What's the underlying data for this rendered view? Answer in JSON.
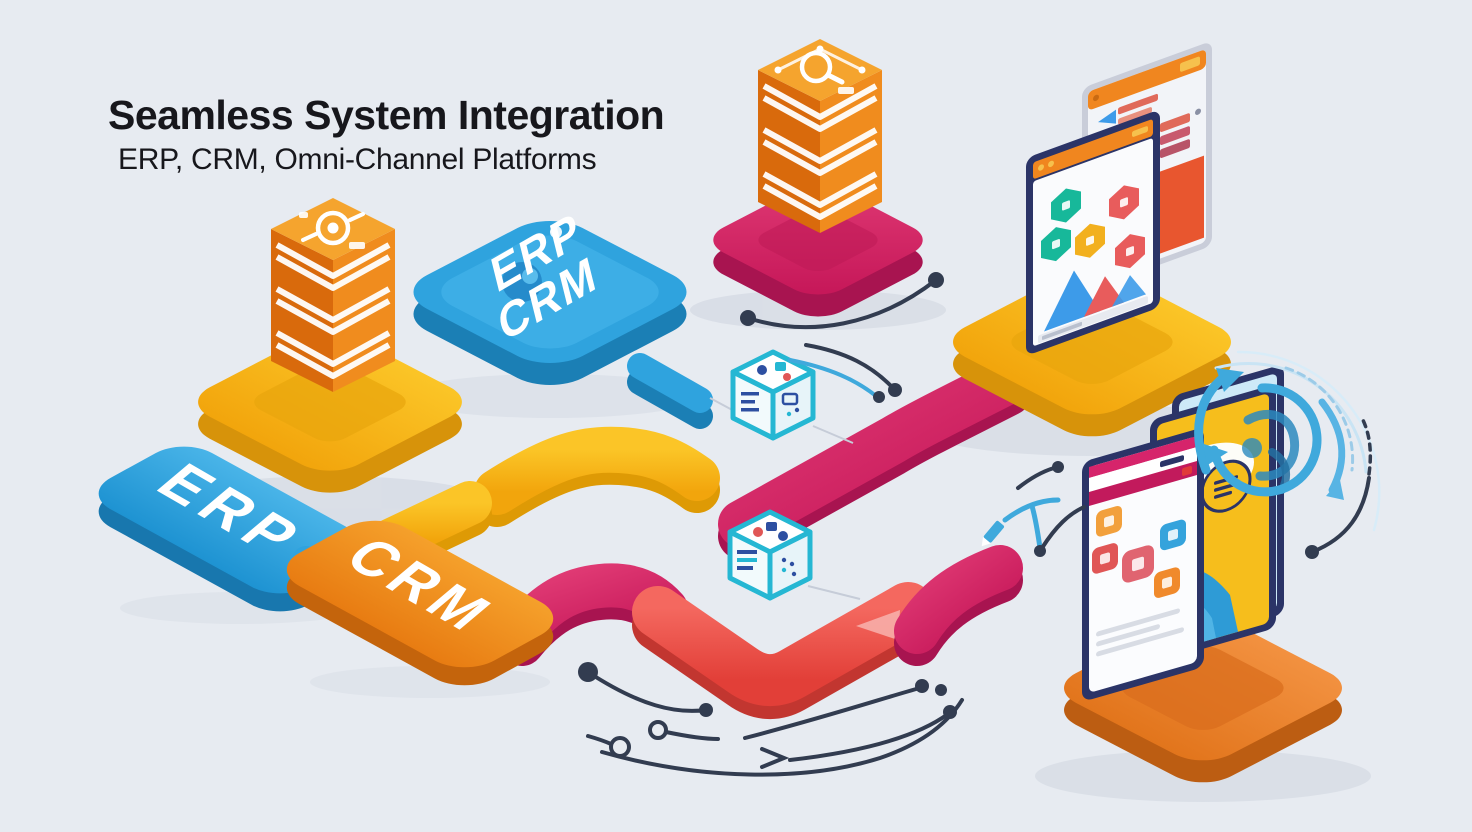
{
  "header": {
    "title": "Seamless System Integration",
    "subtitle": "ERP, CRM, Omni-Channel Platforms"
  },
  "labels": {
    "erp_tag": "ERP",
    "crm_tag": "CRM",
    "block_line1": "ERP",
    "block_line2": "CRM"
  },
  "palette": {
    "background": "#E7EBF1",
    "title_text": "#17171C",
    "blue": "#2FA3DE",
    "blue_dark": "#1B7FB5",
    "yellow": "#F7B115",
    "yellow_dark": "#DE9A05",
    "orange": "#F0861F",
    "orange_dark": "#C96A12",
    "server_orange": "#E8790F",
    "magenta": "#D6246B",
    "magenta_dark": "#A81450",
    "coral": "#F0544C",
    "navy_window": "#2B3467",
    "arrow_dark": "#323C50",
    "sync_blue": "#3FA9DC",
    "cube_edge": "#25B7D3",
    "hex_teal": "#17B89A",
    "hex_yellow": "#F2B01E",
    "hex_red": "#E85C5C",
    "chart_blue": "#3D9BE9"
  },
  "scene": {
    "nodes": [
      {
        "id": "erp-server-stack",
        "icon": "server-stack-icon",
        "platform": "yellow"
      },
      {
        "id": "search-server-stack",
        "icon": "server-magnifier-icon",
        "platform": "magenta"
      },
      {
        "id": "erp-crm-module",
        "icon": "module-block-icon",
        "platform": "blue"
      },
      {
        "id": "erp-tag",
        "label": "ERP"
      },
      {
        "id": "crm-tag",
        "label": "CRM"
      },
      {
        "id": "analytics-dashboards",
        "icon": "browser-dashboard-icon",
        "platform": "yellow"
      },
      {
        "id": "data-cube-upper",
        "icon": "data-cube-icon"
      },
      {
        "id": "data-cube-lower",
        "icon": "data-cube-icon"
      },
      {
        "id": "omni-channel-screens",
        "icon": "mobile-screens-icon",
        "platform": "orange"
      }
    ],
    "connectors": [
      {
        "id": "yellow-pipe",
        "color": "#F7B115"
      },
      {
        "id": "magenta-pipe",
        "color": "#D6246B"
      },
      {
        "id": "coral-pipe",
        "color": "#F0544C"
      },
      {
        "id": "dashed-flow-arrows",
        "color": "#323C50"
      },
      {
        "id": "sync-arrows",
        "color": "#3FA9DC"
      }
    ]
  }
}
